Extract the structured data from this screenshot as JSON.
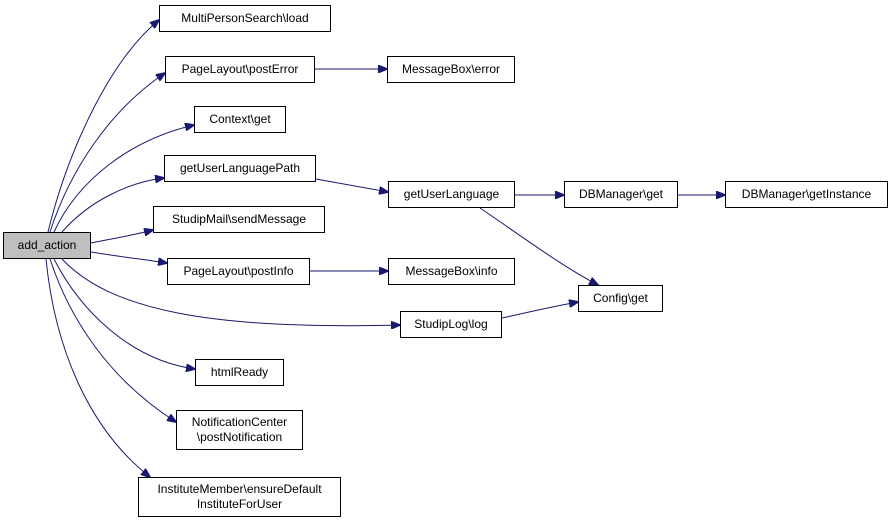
{
  "colors": {
    "edge": "#191970",
    "root_fill": "#bfbfbf",
    "node_fill": "#ffffff",
    "border": "#000000"
  },
  "nodes": {
    "add_action": {
      "lines": [
        "add_action"
      ],
      "is_root": true
    },
    "mps_load": {
      "lines": [
        "MultiPersonSearch\\load"
      ]
    },
    "pl_postError": {
      "lines": [
        "PageLayout\\postError"
      ]
    },
    "mb_error": {
      "lines": [
        "MessageBox\\error"
      ]
    },
    "context_get": {
      "lines": [
        "Context\\get"
      ]
    },
    "getUserLanguagePath": {
      "lines": [
        "getUserLanguagePath"
      ]
    },
    "getUserLanguage": {
      "lines": [
        "getUserLanguage"
      ]
    },
    "dbm_get": {
      "lines": [
        "DBManager\\get"
      ]
    },
    "dbm_getInstance": {
      "lines": [
        "DBManager\\getInstance"
      ]
    },
    "sm_sendMessage": {
      "lines": [
        "StudipMail\\sendMessage"
      ]
    },
    "pl_postInfo": {
      "lines": [
        "PageLayout\\postInfo"
      ]
    },
    "mb_info": {
      "lines": [
        "MessageBox\\info"
      ]
    },
    "config_get": {
      "lines": [
        "Config\\get"
      ]
    },
    "sl_log": {
      "lines": [
        "StudipLog\\log"
      ]
    },
    "htmlReady": {
      "lines": [
        "htmlReady"
      ]
    },
    "nc_postNotification": {
      "lines": [
        "NotificationCenter",
        "\\postNotification"
      ]
    },
    "im_ensureDefault": {
      "lines": [
        "InstituteMember\\ensureDefault",
        "InstituteForUser"
      ]
    }
  },
  "edges": [
    [
      "add_action",
      "mps_load"
    ],
    [
      "add_action",
      "pl_postError"
    ],
    [
      "add_action",
      "context_get"
    ],
    [
      "add_action",
      "getUserLanguagePath"
    ],
    [
      "add_action",
      "sm_sendMessage"
    ],
    [
      "add_action",
      "pl_postInfo"
    ],
    [
      "add_action",
      "sl_log"
    ],
    [
      "add_action",
      "htmlReady"
    ],
    [
      "add_action",
      "nc_postNotification"
    ],
    [
      "add_action",
      "im_ensureDefault"
    ],
    [
      "pl_postError",
      "mb_error"
    ],
    [
      "getUserLanguagePath",
      "getUserLanguage"
    ],
    [
      "getUserLanguage",
      "dbm_get"
    ],
    [
      "getUserLanguage",
      "config_get"
    ],
    [
      "dbm_get",
      "dbm_getInstance"
    ],
    [
      "pl_postInfo",
      "mb_info"
    ],
    [
      "sl_log",
      "config_get"
    ]
  ]
}
